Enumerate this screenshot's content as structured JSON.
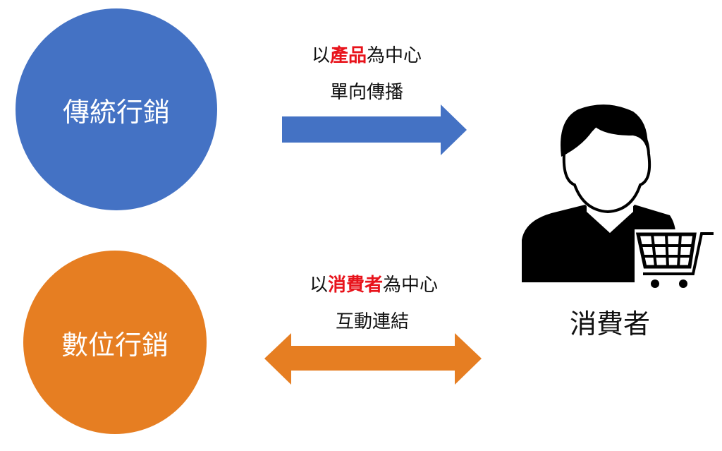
{
  "traditional": {
    "label": "傳統行銷",
    "line1_pre": "以",
    "line1_highlight": "產品",
    "line1_post": "為中心",
    "line2": "單向傳播",
    "color": "#4472c4"
  },
  "digital": {
    "label": "數位行銷",
    "line1_pre": "以",
    "line1_highlight": "消費者",
    "line1_post": "為中心",
    "line2": "互動連結",
    "color": "#e67e22"
  },
  "consumer": {
    "label": "消費者",
    "icon": "shopper-with-cart-icon"
  },
  "highlight_color": "#e8131b"
}
